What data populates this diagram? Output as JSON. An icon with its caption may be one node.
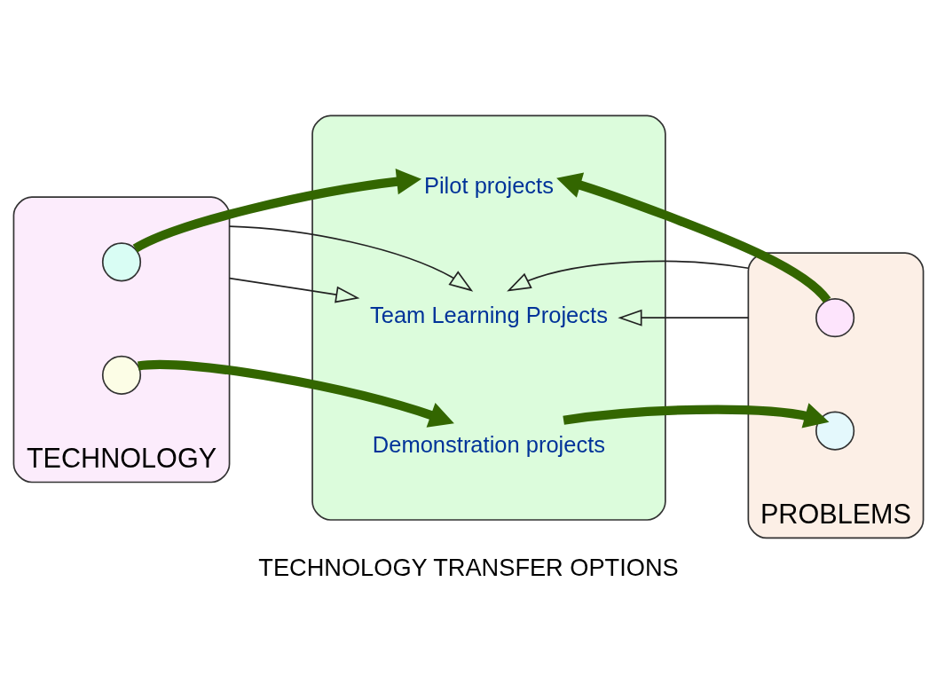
{
  "diagram": {
    "caption": "TECHNOLOGY TRANSFER OPTIONS",
    "nodes": [
      {
        "text": [
          "TECHNOLOGY"
        ]
      },
      {
        "text": [],
        "shape": "circle",
        "in": 0
      },
      {
        "text": [],
        "shape": "circle",
        "in": 0
      },
      {
        "text": [],
        "shape": "ellipse"
      },
      {
        "text": [
          "Pilot projects"
        ],
        "in": 3
      },
      {
        "text": [
          "Demonstration projects"
        ],
        "in": 3
      },
      {
        "text": [
          "Team Learning Projects"
        ],
        "in": 3
      },
      {
        "text": [
          "PROBLEMS"
        ]
      },
      {
        "text": [],
        "shape": "circle",
        "in": 7
      },
      {
        "text": [],
        "shape": "circle",
        "in": 7
      }
    ],
    "edges": [
      {
        "from": 1,
        "to": 4,
        "arrow": "to",
        "style": "thick",
        "color": "#336600"
      },
      {
        "from": 8,
        "to": 4,
        "arrow": "to",
        "style": "thick",
        "color": "#336600"
      },
      {
        "from": 2,
        "to": 5,
        "arrow": "to",
        "style": "thick",
        "color": "#336600"
      },
      {
        "from": 5,
        "to": 9,
        "arrow": "to",
        "style": "thick",
        "color": "#336600"
      },
      {
        "from": 0,
        "to": 6,
        "arrow": "to"
      },
      {
        "from": 0,
        "to": 6,
        "arrow": "to"
      },
      {
        "from": 7,
        "to": 6,
        "arrow": "to"
      },
      {
        "from": 7,
        "to": 6,
        "arrow": "to"
      }
    ]
  }
}
